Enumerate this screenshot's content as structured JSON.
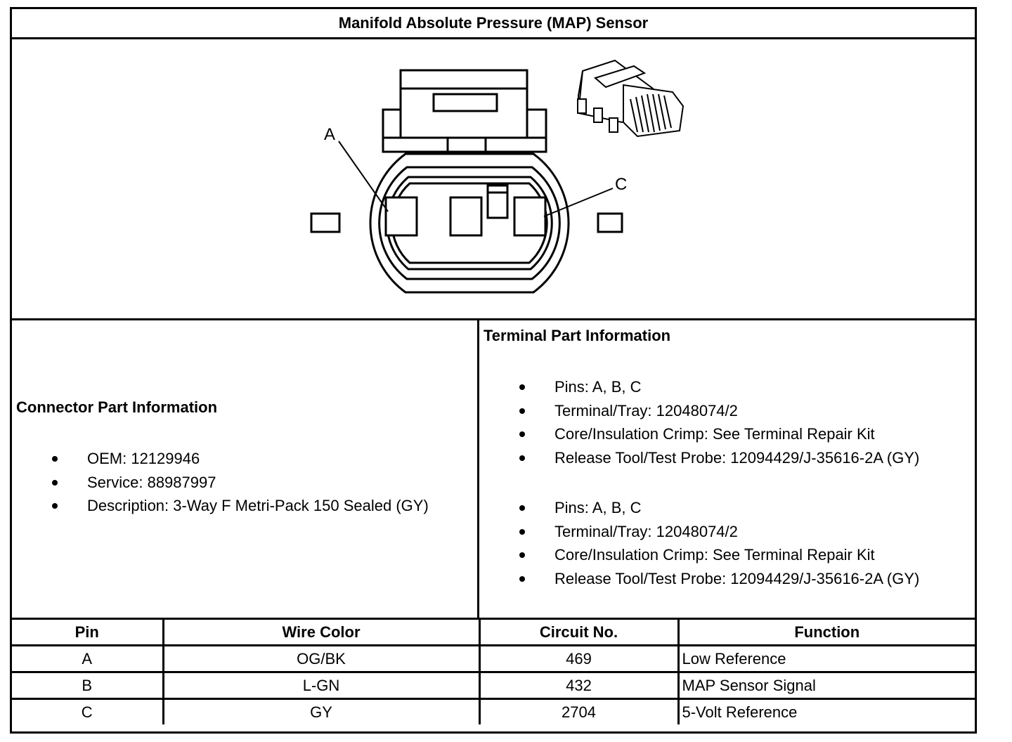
{
  "title": "Manifold Absolute Pressure (MAP) Sensor",
  "drawing": {
    "pin_callouts": [
      "A",
      "C"
    ]
  },
  "connector_info": {
    "heading": "Connector Part Information",
    "items": [
      "OEM: 12129946",
      "Service: 88987997",
      "Description: 3-Way F Metri-Pack 150 Sealed (GY)"
    ]
  },
  "terminal_info": {
    "heading": "Terminal Part Information",
    "groups": [
      [
        "Pins: A, B, C",
        "Terminal/Tray: 12048074/2",
        "Core/Insulation Crimp: See Terminal Repair Kit",
        "Release Tool/Test Probe: 12094429/J-35616-2A (GY)"
      ],
      [
        "Pins: A, B, C",
        "Terminal/Tray: 12048074/2",
        "Core/Insulation Crimp: See Terminal Repair Kit",
        "Release Tool/Test Probe: 12094429/J-35616-2A (GY)"
      ]
    ]
  },
  "pin_table": {
    "headers": [
      "Pin",
      "Wire Color",
      "Circuit No.",
      "Function"
    ],
    "rows": [
      [
        "A",
        "OG/BK",
        "469",
        "Low Reference"
      ],
      [
        "B",
        "L-GN",
        "432",
        "MAP Sensor Signal"
      ],
      [
        "C",
        "GY",
        "2704",
        "5-Volt Reference"
      ]
    ]
  }
}
